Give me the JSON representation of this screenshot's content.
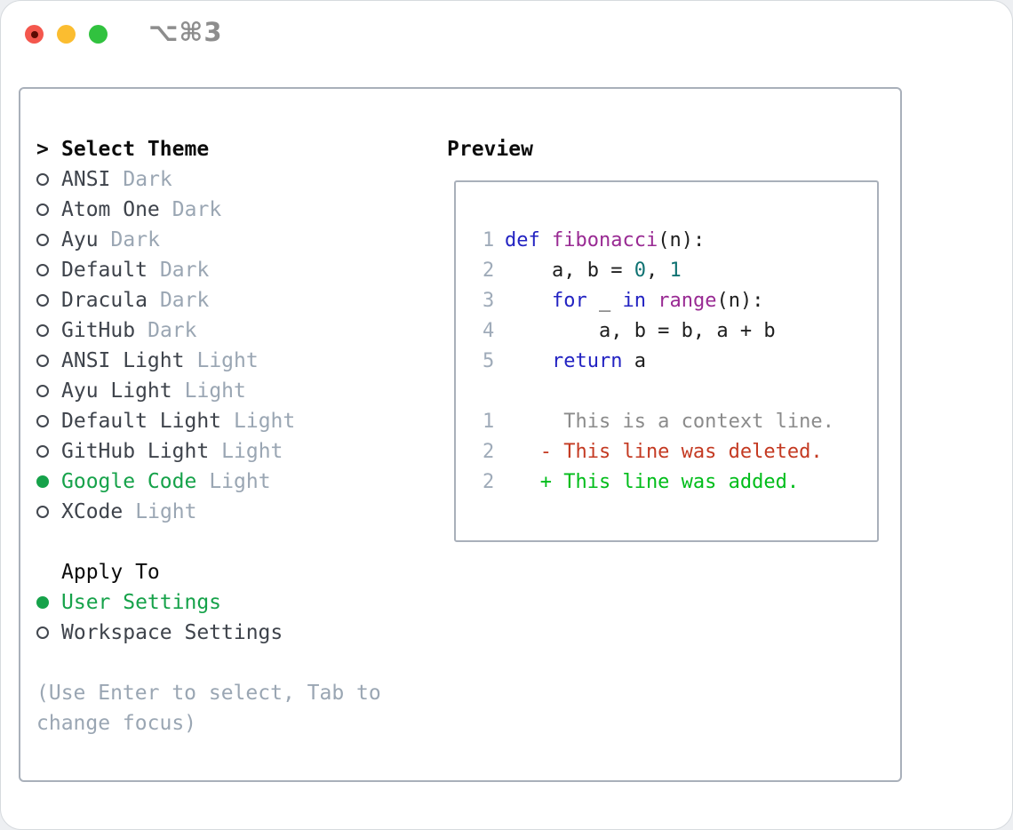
{
  "window": {
    "title": "⌥⌘3"
  },
  "colors": {
    "accent-green": "#16a24a",
    "added-green": "#00bd1a",
    "deleted-red": "#c43a22",
    "context-gray": "#8b8b8b",
    "keyword-blue": "#2323c2",
    "function-purple": "#992a93",
    "number-teal": "#0f7272",
    "line-number-gray": "#9fabb9",
    "muted-gray": "#9aa6b3",
    "text-dark": "#3e434b",
    "border-gray": "#a9b0ba",
    "traffic-red": "#f4574d",
    "traffic-yellow": "#fbbd30",
    "traffic-green": "#31c23f"
  },
  "theme_list": {
    "cursor": ">",
    "header": "Select Theme",
    "items": [
      {
        "name": "ANSI",
        "variant": "Dark",
        "selected": false
      },
      {
        "name": "Atom One",
        "variant": "Dark",
        "selected": false
      },
      {
        "name": "Ayu",
        "variant": "Dark",
        "selected": false
      },
      {
        "name": "Default",
        "variant": "Dark",
        "selected": false
      },
      {
        "name": "Dracula",
        "variant": "Dark",
        "selected": false
      },
      {
        "name": "GitHub",
        "variant": "Dark",
        "selected": false
      },
      {
        "name": "ANSI Light",
        "variant": "Light",
        "selected": false
      },
      {
        "name": "Ayu Light",
        "variant": "Light",
        "selected": false
      },
      {
        "name": "Default Light",
        "variant": "Light",
        "selected": false
      },
      {
        "name": "GitHub Light",
        "variant": "Light",
        "selected": false
      },
      {
        "name": "Google Code",
        "variant": "Light",
        "selected": true
      },
      {
        "name": "XCode",
        "variant": "Light",
        "selected": false
      }
    ]
  },
  "apply_to": {
    "header": "Apply To",
    "options": [
      {
        "name": "User Settings",
        "selected": true
      },
      {
        "name": "Workspace Settings",
        "selected": false
      }
    ]
  },
  "help": "(Use Enter to select, Tab to change focus)",
  "preview": {
    "title": "Preview",
    "code_lines": [
      {
        "num": "1",
        "tokens": [
          {
            "t": "def",
            "c": "kw"
          },
          {
            "t": " "
          },
          {
            "t": "fibonacci",
            "c": "fn"
          },
          {
            "t": "(n):"
          }
        ]
      },
      {
        "num": "2",
        "tokens": [
          {
            "t": "    a, b = "
          },
          {
            "t": "0",
            "c": "num"
          },
          {
            "t": ", "
          },
          {
            "t": "1",
            "c": "num"
          }
        ]
      },
      {
        "num": "3",
        "tokens": [
          {
            "t": "    "
          },
          {
            "t": "for",
            "c": "kw"
          },
          {
            "t": " _ "
          },
          {
            "t": "in",
            "c": "kw"
          },
          {
            "t": " "
          },
          {
            "t": "range",
            "c": "fn"
          },
          {
            "t": "(n):"
          }
        ]
      },
      {
        "num": "4",
        "tokens": [
          {
            "t": "        a, b = b, a + b"
          }
        ]
      },
      {
        "num": "5",
        "tokens": [
          {
            "t": "    "
          },
          {
            "t": "return",
            "c": "kw"
          },
          {
            "t": " a"
          }
        ]
      }
    ],
    "diff_lines": [
      {
        "num": "1",
        "kind": "context",
        "text": "     This is a context line."
      },
      {
        "num": "2",
        "kind": "deleted",
        "text": "   - This line was deleted."
      },
      {
        "num": "2",
        "kind": "added",
        "text": "   + This line was added."
      }
    ]
  }
}
